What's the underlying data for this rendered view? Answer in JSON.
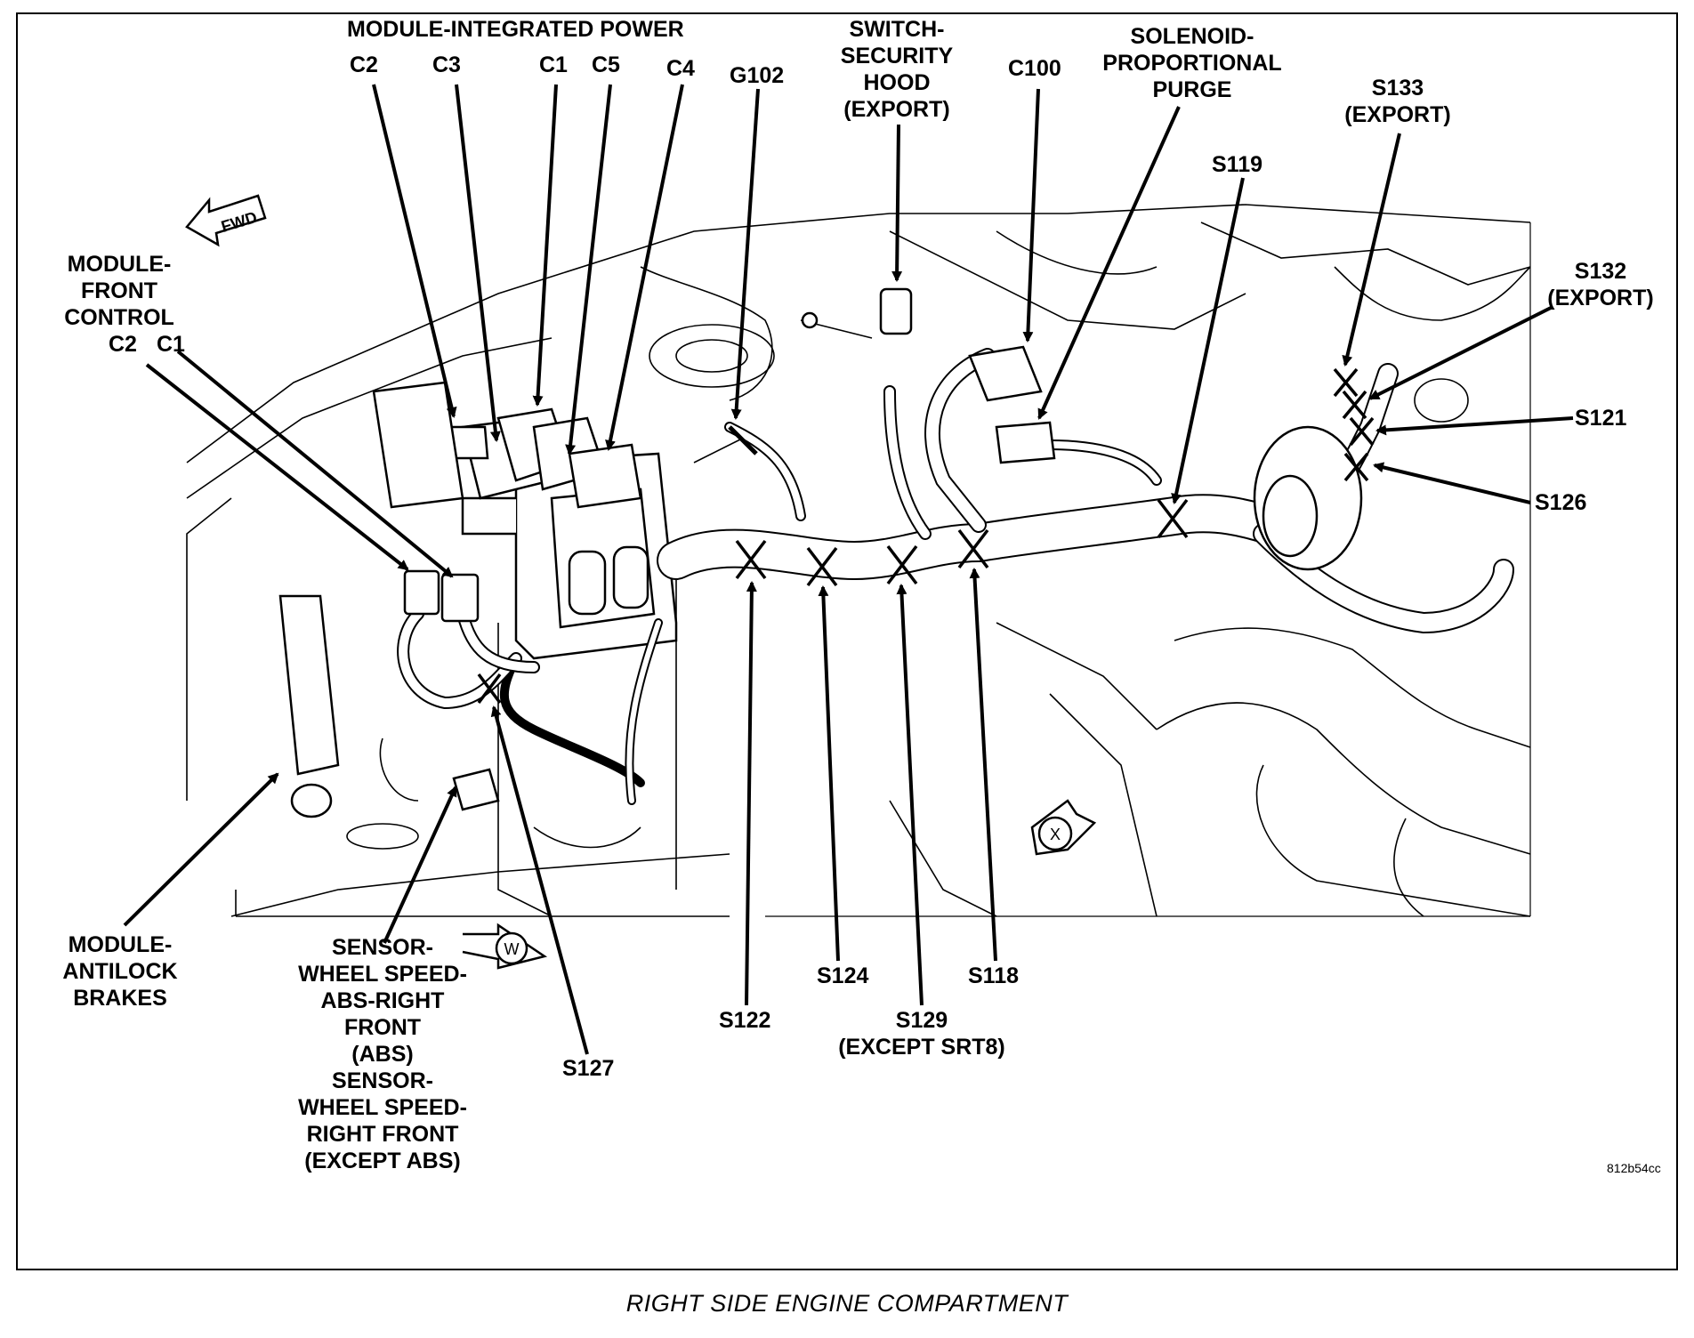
{
  "figure": {
    "caption": "RIGHT SIDE ENGINE COMPARTMENT",
    "figure_code": "812b54cc",
    "fwd_label": "FWD",
    "view_markers": [
      "W",
      "X"
    ]
  },
  "labels": {
    "module_integrated_power": "MODULE-INTEGRATED POWER",
    "mip_c2": "C2",
    "mip_c3": "C3",
    "mip_c1": "C1",
    "mip_c5": "C5",
    "mip_c4": "C4",
    "g102": "G102",
    "switch_security_hood": [
      "SWITCH-",
      "SECURITY",
      "HOOD",
      "(EXPORT)"
    ],
    "c100": "C100",
    "solenoid_proportional_purge": [
      "SOLENOID-",
      "PROPORTIONAL",
      "PURGE"
    ],
    "s133": [
      "S133",
      "(EXPORT)"
    ],
    "s119": "S119",
    "s132": [
      "S132",
      "(EXPORT)"
    ],
    "s121": "S121",
    "s126": "S126",
    "module_front_control": [
      "MODULE-",
      "FRONT",
      "CONTROL"
    ],
    "mfc_c2": "C2",
    "mfc_c1": "C1",
    "module_antilock_brakes": [
      "MODULE-",
      "ANTILOCK",
      "BRAKES"
    ],
    "sensor_wheel_speed": [
      "SENSOR-",
      "WHEEL SPEED-",
      "ABS-RIGHT",
      "FRONT",
      "(ABS)",
      "SENSOR-",
      "WHEEL SPEED-",
      "RIGHT FRONT",
      "(EXCEPT ABS)"
    ],
    "s127": "S127",
    "s122": "S122",
    "s124": "S124",
    "s129": [
      "S129",
      "(EXCEPT SRT8)"
    ],
    "s118": "S118"
  }
}
